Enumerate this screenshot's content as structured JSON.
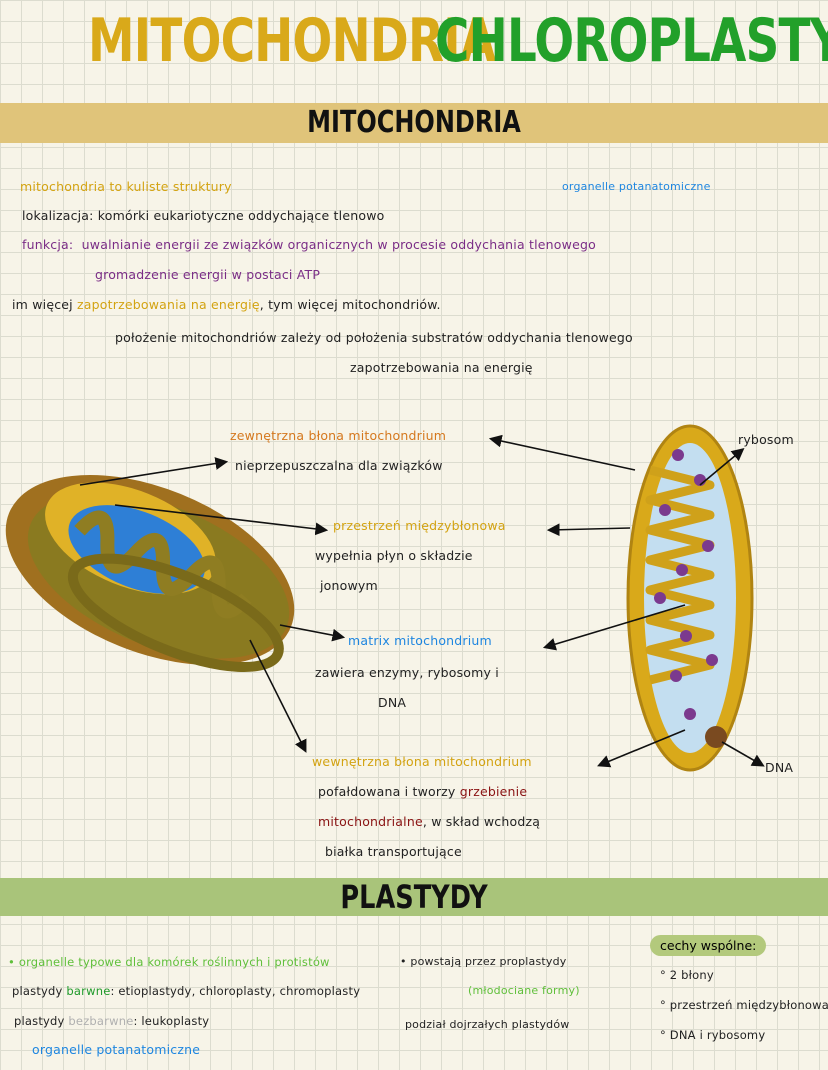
{
  "title": {
    "left": "MITOCHONDRIA",
    "right": "CHLOROPLASTY",
    "left_color": "#d9a91a",
    "right_color": "#22a02a"
  },
  "section1": {
    "heading": "MITOCHONDRIA",
    "band_color": "#e0c47a"
  },
  "intro": {
    "l1": "mitochondria to kuliste struktury",
    "l1_right": "organelle potanatomiczne",
    "l2": "lokalizacja: komórki eukariotyczne oddychające tlenowo",
    "l3_label": "funkcja:",
    "l3": "uwalnianie energii ze związków organicznych w procesie oddychania tlenowego",
    "l4": "gromadzenie energii w postaci ATP",
    "l5a": "im więcej",
    "l5b": "zapotrzebowania na energię",
    "l5c": ", tym więcej mitochondriów.",
    "l6": "położenie mitochondriów zależy od położenia substratów oddychania tlenowego",
    "l7": "zapotrzebowania na energię"
  },
  "diagram": {
    "outer_label": "zewnętrzna błona mitochondrium",
    "outer_desc": "nieprzepuszczalna dla związków",
    "inter_label": "przestrzeń międzybłonowa",
    "inter_desc1": "wypełnia płyn o składzie",
    "inter_desc2": "jonowym",
    "matrix_label": "matrix mitochondrium",
    "matrix_desc1": "zawiera enzymy, rybosomy i",
    "matrix_desc2": "DNA",
    "inner_label": "wewnętrzna błona mitochondrium",
    "inner_desc1a": "pofałdowana i tworzy ",
    "inner_desc1b": "grzebienie",
    "inner_desc2a": "mitochondrialne",
    "inner_desc2b": ", w skład wchodzą",
    "inner_desc3": "białka transportujące",
    "ribosome": "rybosom",
    "dna": "DNA"
  },
  "section2": {
    "heading": "PLASTYDY",
    "band_color": "#a9c47a"
  },
  "plastids": {
    "b1": "• organelle typowe dla komórek roślinnych i protistów",
    "b2a": "plastydy ",
    "b2b": "barwne",
    "b2c": ": etioplastydy, chloroplasty, chromoplasty",
    "b3a": "plastydy ",
    "b3b": "bezbarwne",
    "b3c": ": leukoplasty",
    "b4": "organelle potanatomiczne",
    "m1": "• powstają przez proplastydy",
    "m2": "(młodociane formy)",
    "m3": "podział dojrzałych plastydów",
    "common_title": "cechy wspólne:",
    "common": [
      "° 2 błony",
      "° przestrzeń międzybłonowa",
      "° DNA i rybosomy"
    ]
  }
}
